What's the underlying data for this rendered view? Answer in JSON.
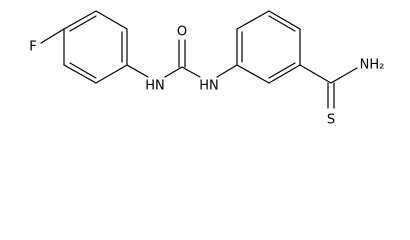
{
  "atoms": {
    "fluorine": "F",
    "carbonyl_oxygen": "O",
    "nh_left": "HN",
    "nh_right": "HN",
    "amide_nh2": "NH₂",
    "thio_sulfur": "S"
  }
}
